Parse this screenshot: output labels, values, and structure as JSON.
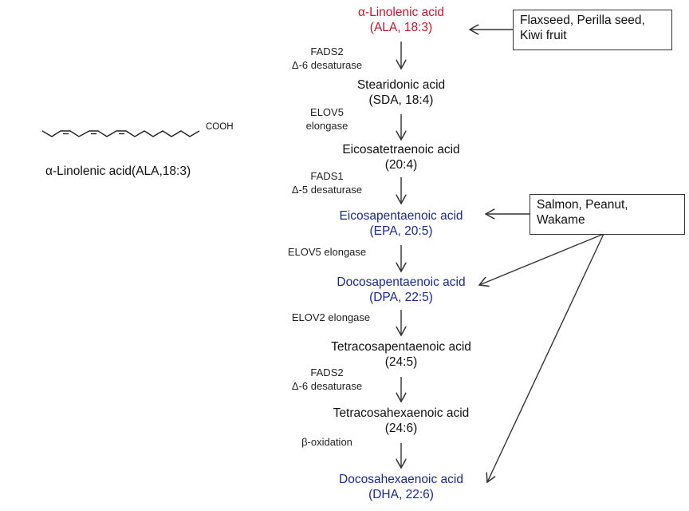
{
  "structure": {
    "group_label": "COOH",
    "caption": "α-Linolenic acid(ALA,18:3)"
  },
  "pathway": {
    "nodes": [
      {
        "name": "α-Linolenic acid",
        "abbr": "(ALA, 18:3)",
        "color": "#c0182b"
      },
      {
        "name": "Stearidonic acid",
        "abbr": "(SDA, 18:4)",
        "color": "#111111"
      },
      {
        "name": "Eicosatetraenoic acid",
        "abbr": "(20:4)",
        "color": "#111111"
      },
      {
        "name": "Eicosapentaenoic acid",
        "abbr": "(EPA, 20:5)",
        "color": "#1c2a8c"
      },
      {
        "name": "Docosapentaenoic acid",
        "abbr": "(DPA, 22:5)",
        "color": "#1c2a8c"
      },
      {
        "name": "Tetracosapentaenoic acid",
        "abbr": "(24:5)",
        "color": "#111111"
      },
      {
        "name": "Tetracosahexaenoic acid",
        "abbr": "(24:6)",
        "color": "#111111"
      },
      {
        "name": "Docosahexaenoic acid",
        "abbr": "(DHA, 22:6)",
        "color": "#1c2a8c"
      }
    ],
    "enzymes": [
      {
        "line1": "FADS2",
        "line2": "Δ-6 desaturase"
      },
      {
        "line1": "ELOV5",
        "line2": "elongase"
      },
      {
        "line1": "FADS1",
        "line2": "Δ-5 desaturase"
      },
      {
        "line1": "ELOV5 elongase",
        "line2": ""
      },
      {
        "line1": "ELOV2 elongase",
        "line2": ""
      },
      {
        "line1": "FADS2",
        "line2": "Δ-6 desaturase"
      },
      {
        "line1": "β-oxidation",
        "line2": ""
      }
    ]
  },
  "sources": [
    {
      "line1": "Flaxseed, Perilla seed,",
      "line2": "Kiwi fruit",
      "targets": [
        "ALA"
      ]
    },
    {
      "line1": "Salmon, Peanut,",
      "line2": "Wakame",
      "targets": [
        "EPA",
        "DPA",
        "DHA"
      ]
    }
  ]
}
